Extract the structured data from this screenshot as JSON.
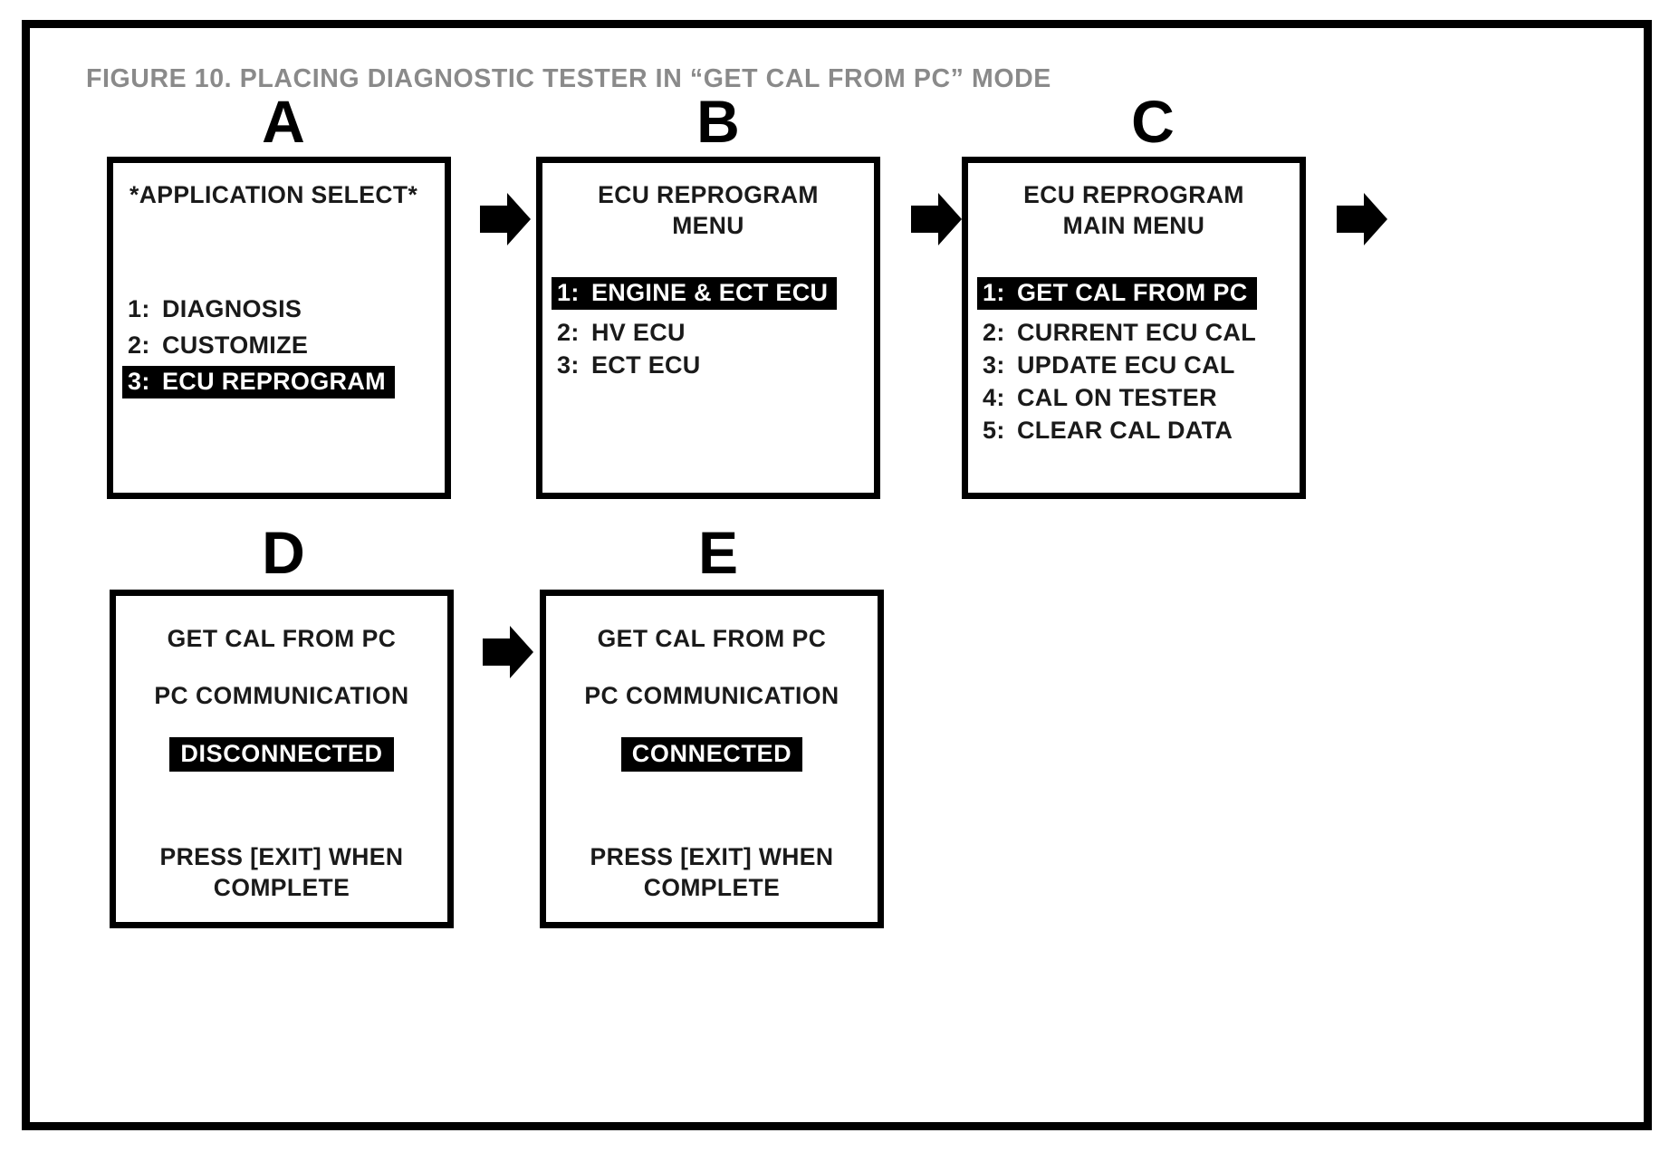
{
  "figure": {
    "caption": "FIGURE 10.  PLACING DIAGNOSTIC TESTER IN “GET CAL FROM PC” MODE",
    "caption_color": "#8a8a8a",
    "frame_color": "#000000",
    "highlight_bg": "#000000",
    "highlight_fg": "#ffffff"
  },
  "panels": [
    {
      "letter": "A",
      "title_lines": [
        "*APPLICATION SELECT*"
      ],
      "title_align": "left",
      "menu": [
        {
          "num": "1:",
          "label": "DIAGNOSIS",
          "selected": false
        },
        {
          "num": "2:",
          "label": "CUSTOMIZE",
          "selected": false
        },
        {
          "num": "3:",
          "label": "ECU REPROGRAM",
          "selected": true
        }
      ]
    },
    {
      "letter": "B",
      "title_lines": [
        "ECU REPROGRAM",
        "MENU"
      ],
      "title_align": "center",
      "menu": [
        {
          "num": "1:",
          "label": "ENGINE & ECT ECU",
          "selected": true
        },
        {
          "num": "2:",
          "label": "HV ECU",
          "selected": false
        },
        {
          "num": "3:",
          "label": "ECT ECU",
          "selected": false
        }
      ]
    },
    {
      "letter": "C",
      "title_lines": [
        "ECU REPROGRAM",
        "MAIN MENU"
      ],
      "title_align": "center",
      "menu": [
        {
          "num": "1:",
          "label": "GET CAL FROM PC",
          "selected": true
        },
        {
          "num": "2:",
          "label": "CURRENT ECU CAL",
          "selected": false
        },
        {
          "num": "3:",
          "label": "UPDATE ECU CAL",
          "selected": false
        },
        {
          "num": "4:",
          "label": "CAL ON TESTER",
          "selected": false
        },
        {
          "num": "5:",
          "label": "CLEAR CAL DATA",
          "selected": false
        }
      ]
    },
    {
      "letter": "D",
      "line1": "GET CAL FROM PC",
      "line2": "PC COMMUNICATION",
      "status": "DISCONNECTED",
      "footer": "PRESS [EXIT] WHEN\nCOMPLETE"
    },
    {
      "letter": "E",
      "line1": "GET CAL FROM PC",
      "line2": "PC COMMUNICATION",
      "status": "CONNECTED",
      "footer": "PRESS [EXIT] WHEN\nCOMPLETE"
    }
  ],
  "arrows": [
    {
      "name": "arrow-a-to-b"
    },
    {
      "name": "arrow-b-to-c"
    },
    {
      "name": "arrow-c-to-d"
    },
    {
      "name": "arrow-d-to-e"
    }
  ]
}
